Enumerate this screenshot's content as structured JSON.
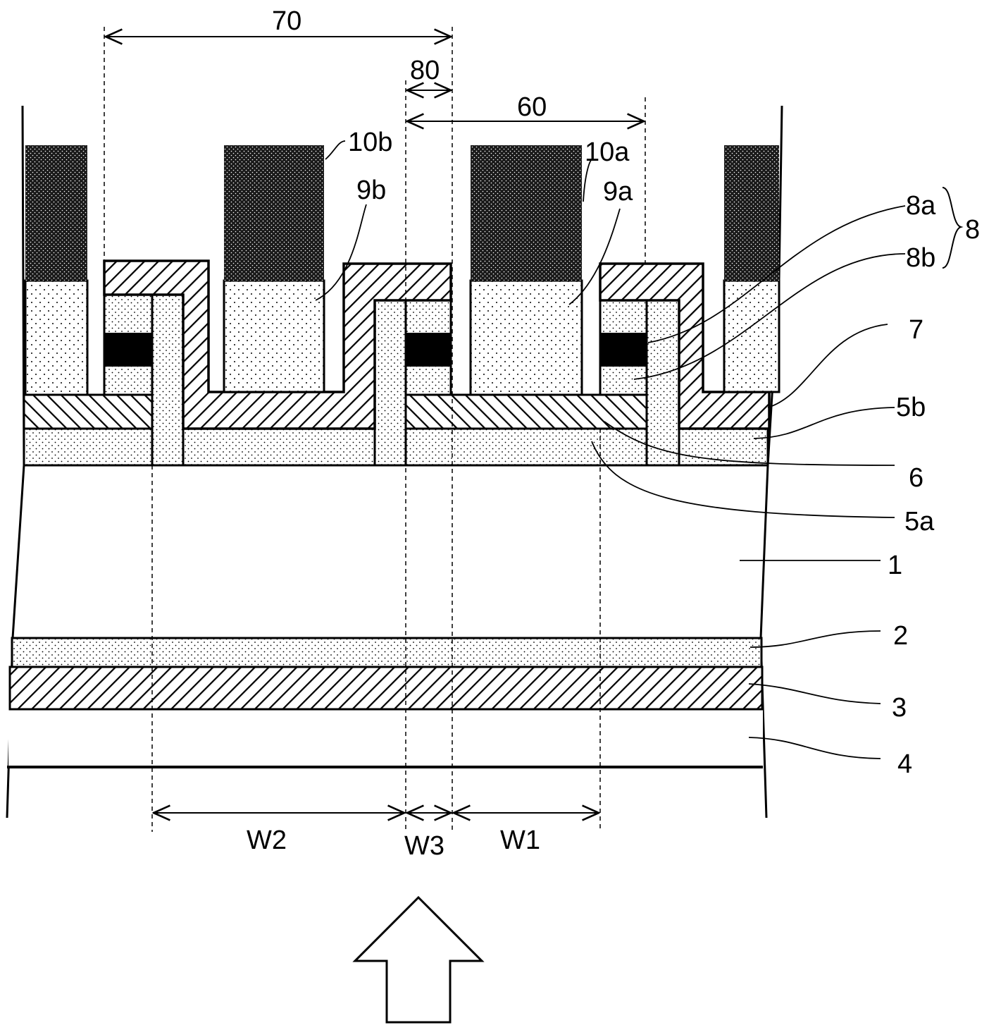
{
  "labels": {
    "dim_70": "70",
    "dim_80": "80",
    "dim_60": "60",
    "w1": "W1",
    "w2": "W2",
    "w3": "W3",
    "l_10b": "10b",
    "l_10a": "10a",
    "l_9b": "9b",
    "l_9a": "9a",
    "l_8a": "8a",
    "l_8b": "8b",
    "l_8": "8",
    "l_7": "7",
    "l_5b": "5b",
    "l_6": "6",
    "l_5a": "5a",
    "l_1": "1",
    "l_2": "2",
    "l_3": "3",
    "l_4": "4"
  }
}
